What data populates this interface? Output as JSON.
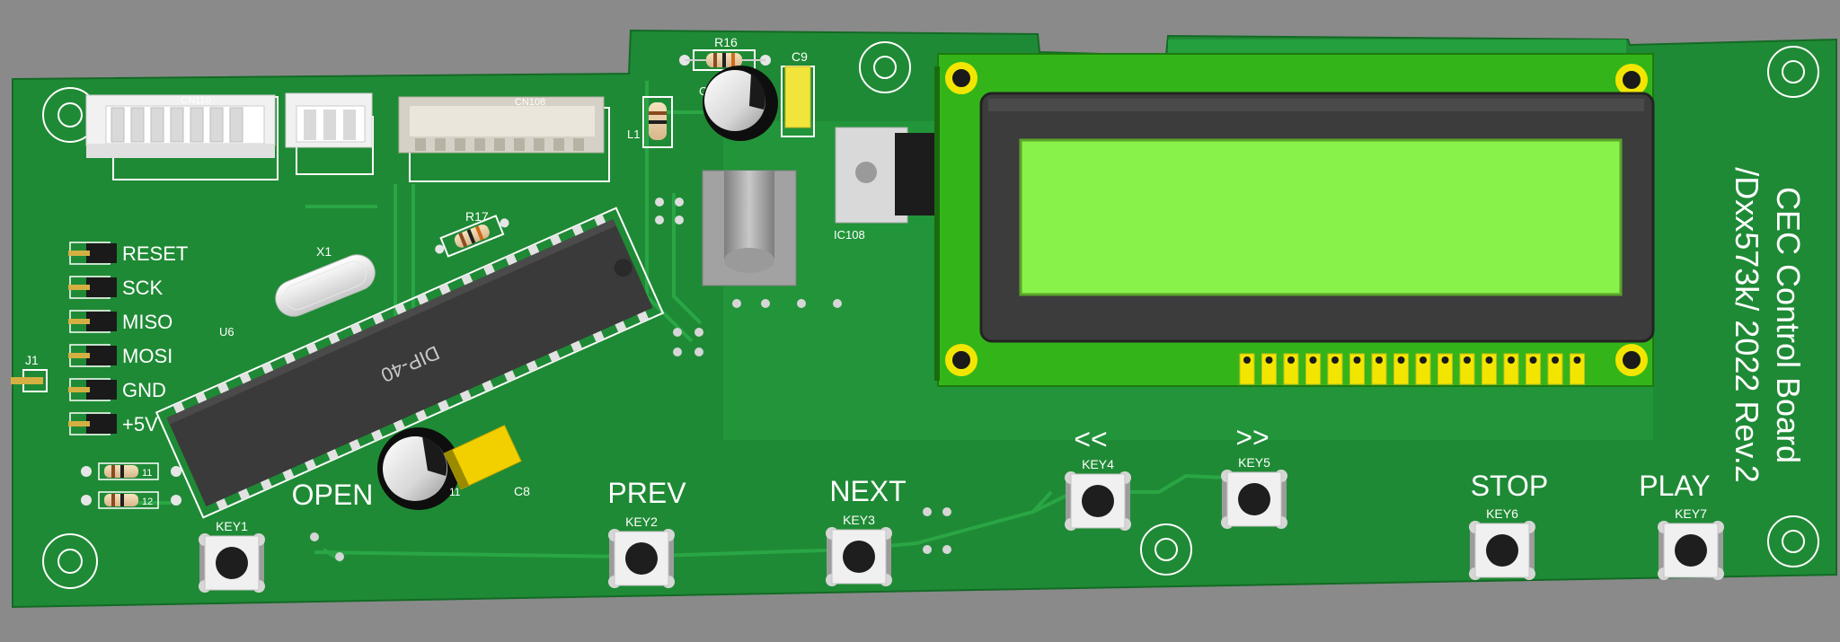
{
  "board": {
    "title_line1": "CEC Control Board",
    "title_line2": "/Dxx573k/ 2022 Rev.2"
  },
  "colors": {
    "background": "#8a8a8a",
    "pcb": "#1f8a35",
    "pcb_dark": "#187a2c",
    "silkscreen": "#ffffff",
    "lcd_screen": "#88f24a",
    "lcd_bezel": "#3c3c3c",
    "lcd_pcb": "#33b51a",
    "pad_yellow": "#f2e600"
  },
  "labels": {
    "cn110": "CN110",
    "cn108": "CN108",
    "r16": "R16",
    "c9": "C9",
    "c_top": "C",
    "l1": "L1",
    "r17": "R17",
    "x1": "X1",
    "u6": "U6",
    "dip": "DIP-40",
    "ic108": "IC108",
    "j1": "J1",
    "c8": "C8",
    "c_small": "11",
    "r_a": "11",
    "r_b": "12"
  },
  "isp_header": {
    "pins": [
      "RESET",
      "SCK",
      "MISO",
      "MOSI",
      "GND",
      "+5V"
    ]
  },
  "keys": [
    {
      "ref": "KEY1",
      "label": "OPEN"
    },
    {
      "ref": "KEY2",
      "label": "PREV"
    },
    {
      "ref": "KEY3",
      "label": "NEXT"
    },
    {
      "ref": "KEY4",
      "label": "<<"
    },
    {
      "ref": "KEY5",
      "label": ">>"
    },
    {
      "ref": "KEY6",
      "label": "STOP"
    },
    {
      "ref": "KEY7",
      "label": "PLAY"
    }
  ],
  "icons": {
    "mounting_hole": "mounting-hole-icon",
    "tactile_switch": "tactile-switch-icon"
  }
}
